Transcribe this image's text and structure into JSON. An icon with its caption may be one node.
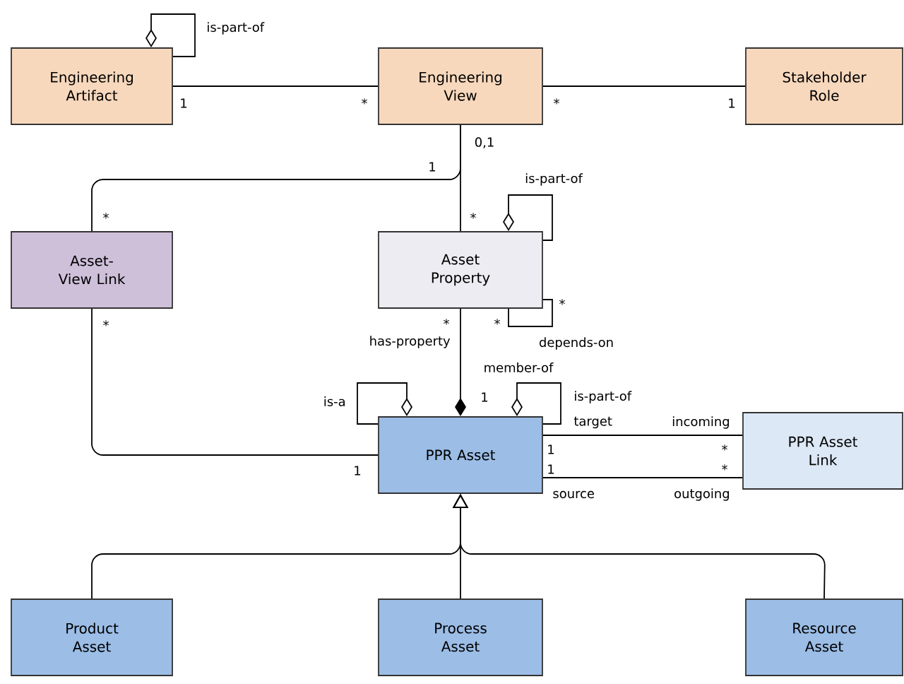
{
  "diagram": {
    "nodes": [
      {
        "text": [
          "Engineering Artifact"
        ]
      },
      {
        "text": [
          "Engineering View"
        ]
      },
      {
        "text": [
          "Stakeholder Role"
        ]
      },
      {
        "text": [
          "Asset-View Link"
        ]
      },
      {
        "text": [
          "Asset Property"
        ]
      },
      {
        "text": [
          "PPR Asset"
        ]
      },
      {
        "text": [
          "PPR Asset Link"
        ]
      },
      {
        "text": [
          "Product Asset"
        ]
      },
      {
        "text": [
          "Process Asset"
        ]
      },
      {
        "text": [
          "Resource Asset"
        ]
      }
    ],
    "edges": [
      {
        "from": 0,
        "to": 0,
        "arrow": "other",
        "label": "is-part-of"
      },
      {
        "from": 0,
        "to": 1,
        "arrow": "none"
      },
      {
        "from": 1,
        "to": 2,
        "arrow": "none"
      },
      {
        "from": 1,
        "to": 4,
        "arrow": "none"
      },
      {
        "from": 1,
        "to": 3,
        "arrow": "none"
      },
      {
        "from": 4,
        "to": 4,
        "arrow": "other",
        "label": "is-part-of"
      },
      {
        "from": 4,
        "to": 4,
        "arrow": "none",
        "label": "depends-on"
      },
      {
        "from": 5,
        "to": 4,
        "arrow": "other",
        "label": "has-property"
      },
      {
        "from": 5,
        "to": 5,
        "arrow": "other",
        "label": "is-a"
      },
      {
        "from": 5,
        "to": 5,
        "arrow": "other",
        "label": "is-part-of"
      },
      {
        "from": 3,
        "to": 5,
        "arrow": "none"
      },
      {
        "from": 5,
        "to": 6,
        "arrow": "none"
      },
      {
        "from": 5,
        "to": 6,
        "arrow": "none"
      },
      {
        "from": 7,
        "to": 5,
        "arrow": "to"
      },
      {
        "from": 8,
        "to": 5,
        "arrow": "to"
      },
      {
        "from": 9,
        "to": 5,
        "arrow": "to"
      }
    ],
    "labels": [
      "1",
      "*",
      "*",
      "1",
      "0,1",
      "1",
      "*",
      "*",
      "*",
      "*",
      "*",
      "*",
      "member-of",
      "1",
      "target",
      "incoming",
      "1",
      "*",
      "1",
      "*",
      "1",
      "source",
      "outgoing"
    ]
  }
}
